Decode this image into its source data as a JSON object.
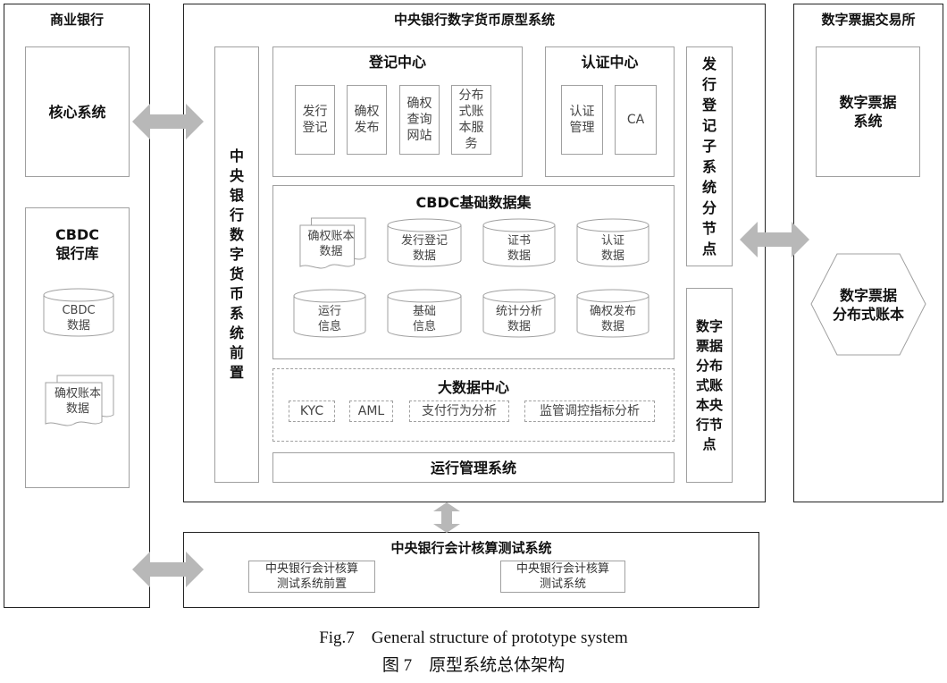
{
  "colors": {
    "border": "#222222",
    "inner_border": "#a0a0a0",
    "arrow": "#b8b8b8",
    "text_light": "#444444"
  },
  "commercial_bank": {
    "title": "商业银行",
    "core_system": "核心系统",
    "cbdc_bank_lib": [
      "CBDC",
      "银行库"
    ],
    "cbdc_data": [
      "CBDC",
      "数据"
    ],
    "ledger_data": [
      "确权账本",
      "数据"
    ]
  },
  "central_bank": {
    "title": "中央银行数字货币原型系统",
    "front": "中央银行数字货币系统前置",
    "registration_center": {
      "title": "登记中心",
      "items": [
        "发行登记",
        "确权发布",
        "确权查询网站",
        "分布式账本服务"
      ]
    },
    "auth_center": {
      "title": "认证中心",
      "items": [
        "认证管理",
        "CA"
      ]
    },
    "dataset": {
      "title": "CBDC基础数据集",
      "items": [
        {
          "lines": [
            "确权账本",
            "数据"
          ],
          "shape": "document"
        },
        {
          "lines": [
            "发行登记",
            "数据"
          ],
          "shape": "cylinder"
        },
        {
          "lines": [
            "证书",
            "数据"
          ],
          "shape": "cylinder"
        },
        {
          "lines": [
            "认证",
            "数据"
          ],
          "shape": "cylinder"
        },
        {
          "lines": [
            "运行",
            "信息"
          ],
          "shape": "cylinder"
        },
        {
          "lines": [
            "基础",
            "信息"
          ],
          "shape": "cylinder"
        },
        {
          "lines": [
            "统计分析",
            "数据"
          ],
          "shape": "cylinder"
        },
        {
          "lines": [
            "确权发布",
            "数据"
          ],
          "shape": "cylinder"
        }
      ]
    },
    "big_data_center": {
      "title": "大数据中心",
      "items": [
        "KYC",
        "AML",
        "支付行为分析",
        "监管调控指标分析"
      ]
    },
    "ops_system": "运行管理系统",
    "registration_subnode": "发行登记子系统分节点",
    "bill_ledger_node": "数字票据分布式账本央行节点"
  },
  "bill_exchange": {
    "title": "数字票据交易所",
    "system": [
      "数字票据",
      "系统"
    ],
    "ledger": [
      "数字票据",
      "分布式账本"
    ]
  },
  "accounting_test": {
    "title": "中央银行会计核算测试系统",
    "front": [
      "中央银行会计核算",
      "测试系统前置"
    ],
    "system": [
      "中央银行会计核算",
      "测试系统"
    ]
  },
  "caption": {
    "en": "Fig.7    General structure of prototype system",
    "zh": "图 7    原型系统总体架构"
  }
}
